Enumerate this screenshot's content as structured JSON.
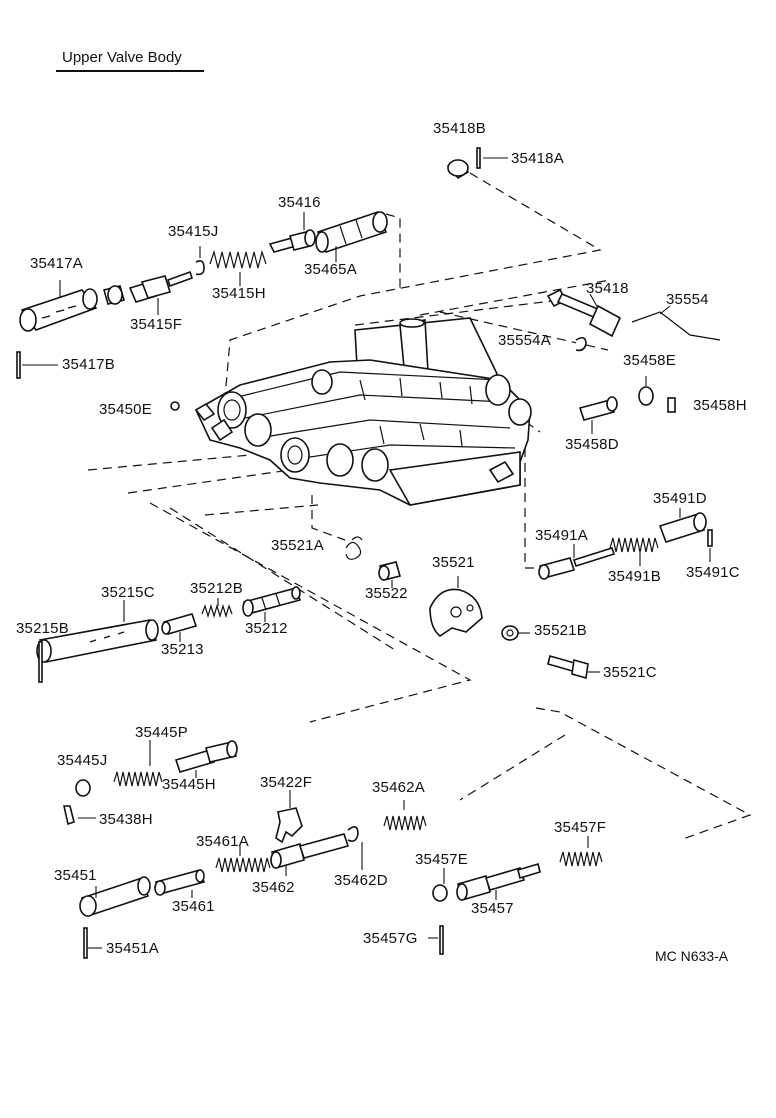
{
  "title": "Upper Valve Body",
  "diagram_code": "MC N633-A",
  "parts": {
    "p35418B": "35418B",
    "p35418A": "35418A",
    "p35416": "35416",
    "p35415J": "35415J",
    "p35417A": "35417A",
    "p35465A": "35465A",
    "p35415H": "35415H",
    "p35415F": "35415F",
    "p35417B": "35417B",
    "p35418": "35418",
    "p35554": "35554",
    "p35554A": "35554A",
    "p35458E": "35458E",
    "p35450E": "35450E",
    "p35458H": "35458H",
    "p35458D": "35458D",
    "p35491D": "35491D",
    "p35521A": "35521A",
    "p35491A": "35491A",
    "p35521": "35521",
    "p35522": "35522",
    "p35491B": "35491B",
    "p35491C": "35491C",
    "p35212B": "35212B",
    "p35215C": "35215C",
    "p35215B": "35215B",
    "p35212": "35212",
    "p35213": "35213",
    "p35521B": "35521B",
    "p35521C": "35521C",
    "p35445P": "35445P",
    "p35445J": "35445J",
    "p35445H": "35445H",
    "p35422F": "35422F",
    "p35462A": "35462A",
    "p35438H": "35438H",
    "p35457F": "35457F",
    "p35461A": "35461A",
    "p35457E": "35457E",
    "p35451": "35451",
    "p35462": "35462",
    "p35462D": "35462D",
    "p35461": "35461",
    "p35457": "35457",
    "p35457G": "35457G",
    "p35451A": "35451A"
  }
}
